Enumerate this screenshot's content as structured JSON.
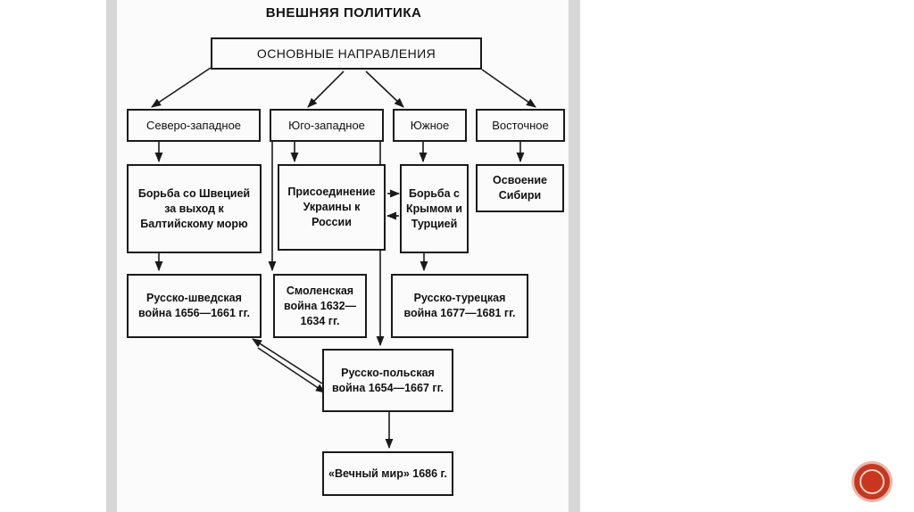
{
  "title": "ВНЕШНЯЯ ПОЛИТИКА",
  "main": "ОСНОВНЫЕ НАПРАВЛЕНИЯ",
  "directions": {
    "northwest": "Северо-западное",
    "southwest": "Юго-западное",
    "south": "Южное",
    "east": "Восточное"
  },
  "goals": {
    "baltic": "Борьба со Швецией за выход к Балтийскому морю",
    "ukraine": "Присоединение Украины к России",
    "crimea": "Борьба с Крымом и Турцией",
    "siberia": "Освоение Сибири"
  },
  "wars": {
    "swedish": "Русско-шведская война 1656—1661 гг.",
    "smolensk": "Смоленская война 1632—1634 гг.",
    "turkish": "Русско-турецкая война 1677—1681 гг.",
    "polish": "Русско-польская война 1654—1667 гг.",
    "peace": "«Вечный мир» 1686 г."
  }
}
